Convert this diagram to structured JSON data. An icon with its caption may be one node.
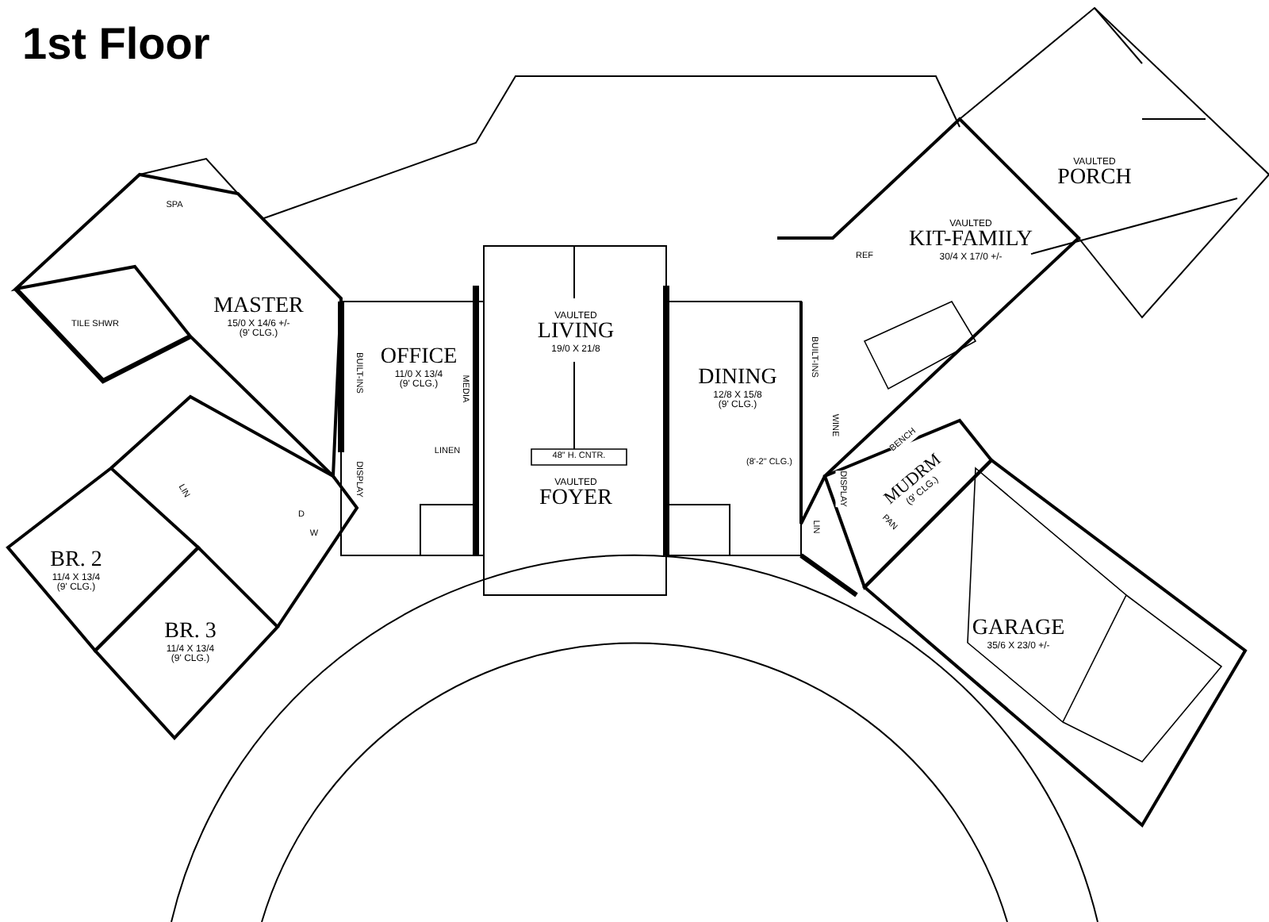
{
  "diagram": {
    "title": "1st Floor",
    "nodes": [
      {
        "text": [
          "VAULTED",
          "PORCH"
        ]
      },
      {
        "text": [
          "VAULTED",
          "KIT-FAMILY",
          "30/4 X 17/0 +/-"
        ]
      },
      {
        "text": [
          "MASTER",
          "15/0 X 14/6 +/-",
          "(9' CLG.)"
        ]
      },
      {
        "text": [
          "OFFICE",
          "11/0 X 13/4",
          "(9' CLG.)"
        ]
      },
      {
        "text": [
          "VAULTED",
          "LIVING",
          "19/0 X 21/8"
        ]
      },
      {
        "text": [
          "DINING",
          "12/8 X 15/8",
          "(9' CLG.)"
        ]
      },
      {
        "text": [
          "MUDRM",
          "(9' CLG.)"
        ]
      },
      {
        "text": [
          "VAULTED",
          "FOYER"
        ]
      },
      {
        "text": [
          "BR. 2",
          "11/4 X 13/4",
          "(9' CLG.)"
        ]
      },
      {
        "text": [
          "BR. 3",
          "11/4 X 13/4",
          "(9' CLG.)"
        ]
      },
      {
        "text": [
          "GARAGE",
          "35/6 X 23/0 +/-"
        ]
      }
    ],
    "labels": [
      "SPA",
      "TILE SHWR",
      "BUILT-INS",
      "MEDIA",
      "BUILT-INS",
      "REF",
      "WINE",
      "LINEN",
      "48\" H. CNTR.",
      "(8'-2\" CLG.)",
      "BENCH",
      "DISPLAY",
      "DISPLAY",
      "PAN",
      "LIN",
      "LIN",
      "D",
      "W"
    ]
  }
}
